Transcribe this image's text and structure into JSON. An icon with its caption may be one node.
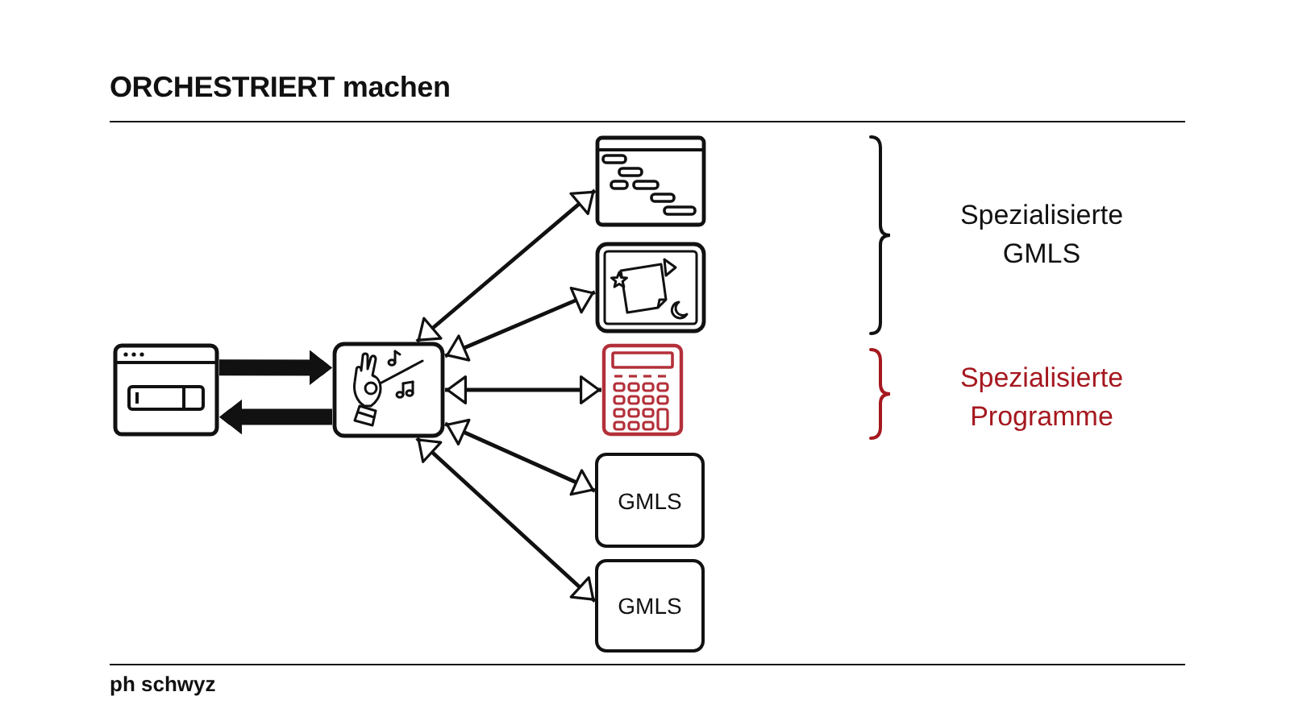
{
  "diagram": {
    "title": "ORCHESTRIERT machen",
    "nodes": [
      {
        "text": [],
        "shape": "picture"
      },
      {
        "text": [],
        "shape": "picture"
      },
      {
        "text": [],
        "shape": "picture"
      },
      {
        "text": [],
        "shape": "picture"
      },
      {
        "text": [],
        "shape": "picture"
      },
      {
        "text": [
          "GMLS"
        ]
      },
      {
        "text": [
          "GMLS"
        ]
      }
    ],
    "edges": [
      {
        "from": 0,
        "to": 1,
        "arrow": "to",
        "style": "thick"
      },
      {
        "from": 1,
        "to": 0,
        "arrow": "to",
        "style": "thick"
      },
      {
        "from": 1,
        "to": 2,
        "arrow": "both"
      },
      {
        "from": 1,
        "to": 3,
        "arrow": "both"
      },
      {
        "from": 1,
        "to": 4,
        "arrow": "both"
      },
      {
        "from": 1,
        "to": 5,
        "arrow": "both"
      },
      {
        "from": 1,
        "to": 6,
        "arrow": "both"
      }
    ],
    "labels": [
      "Spezialisierte GMLS",
      "Spezialisierte Programme",
      "ph schwyz"
    ]
  }
}
